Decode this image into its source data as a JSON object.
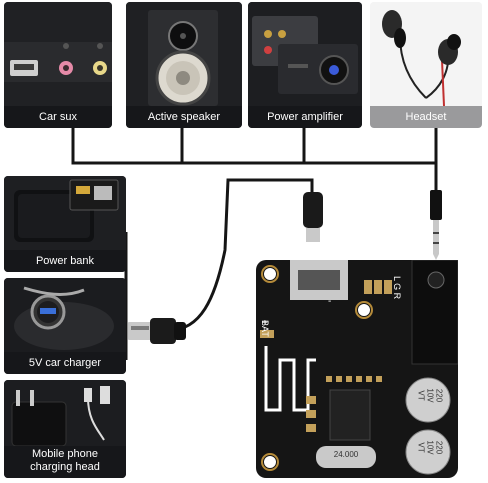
{
  "top_panels": [
    {
      "label": "Car sux",
      "icon": "usb-ports-icon"
    },
    {
      "label": "Active speaker",
      "icon": "speaker-icon"
    },
    {
      "label": "Power amplifier",
      "icon": "amplifier-icon"
    },
    {
      "label": "Headset",
      "icon": "earphones-icon"
    }
  ],
  "side_panels": [
    {
      "label": "Power bank",
      "icon": "power-bank-icon"
    },
    {
      "label": "5V car charger",
      "icon": "car-charger-icon"
    },
    {
      "label": "Mobile phone\ncharging head",
      "icon": "charger-plug-icon"
    }
  ],
  "board": {
    "silk_bat": "BAT",
    "silk_plus": "+",
    "silk_minus": "-",
    "silk_lgr": "L G R",
    "cap1": "220\n10V\nVT",
    "cap2": "220\n10V\nVT",
    "crystal": "24.000"
  },
  "colors": {
    "panel_bg": "#1c1d20",
    "board": "#151515",
    "wire": "#141414",
    "usb_metal": "#c9c9c9",
    "headset_caption": "#9a9a9c"
  }
}
